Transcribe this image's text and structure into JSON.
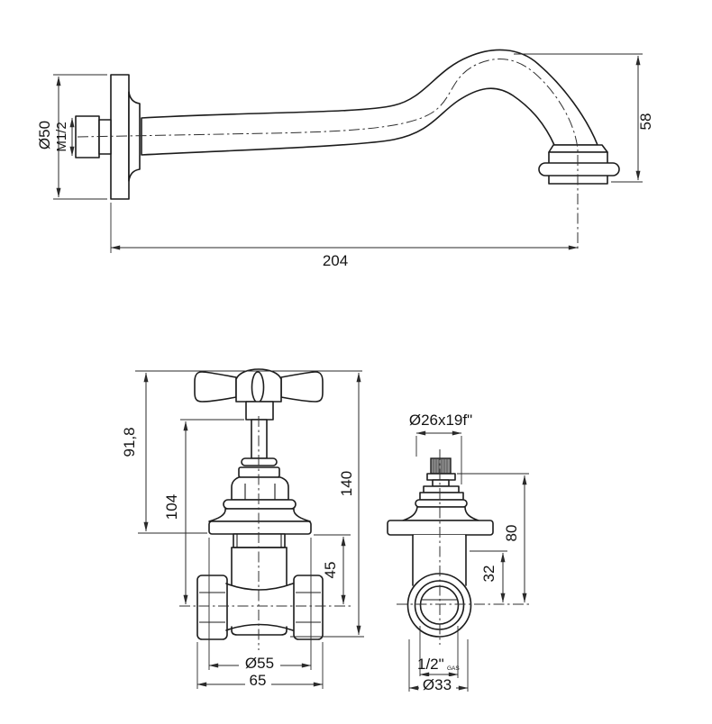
{
  "title": "Wall spout and concealed stop valve - technical dimension drawing",
  "colors": {
    "background": "#ffffff",
    "part_line": "#1c1c1c",
    "dimension_line": "#2a2a2a"
  },
  "spout_view": {
    "flange_diameter": "Ø50",
    "inlet_thread": "M1/2",
    "reach": "204",
    "drop": "58"
  },
  "valve_front_view": {
    "handle_height": "91,8",
    "stem_to_axis": "104",
    "overall_height": "140",
    "neck_to_axis": "45",
    "flange_diameter": "Ø55",
    "body_width": "65"
  },
  "valve_side_view": {
    "trim_size": "Ø26x19f\"",
    "overall_depth": "80",
    "body_depth": "32",
    "port_thread": "1/2\"",
    "port_thread_standard": "GAS",
    "port_diameter": "Ø33"
  }
}
